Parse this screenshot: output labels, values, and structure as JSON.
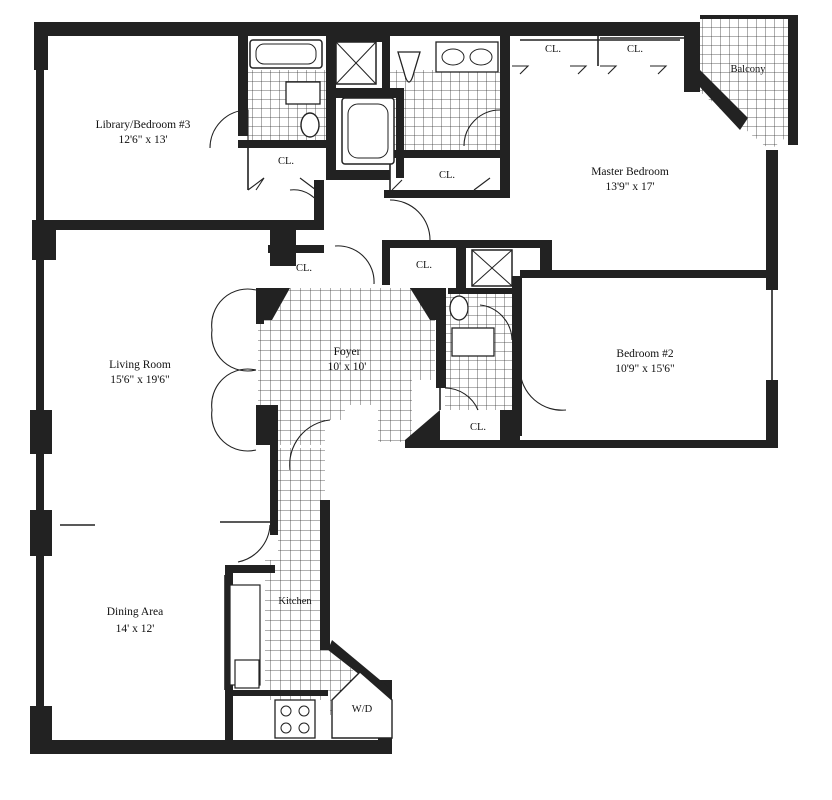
{
  "rooms": {
    "library": {
      "name": "Library/Bedroom #3",
      "dims": "12'6\" x 13'"
    },
    "master": {
      "name": "Master Bedroom",
      "dims": "13'9\" x 17'"
    },
    "living": {
      "name": "Living Room",
      "dims": "15'6\" x 19'6\""
    },
    "foyer": {
      "name": "Foyer",
      "dims": "10' x 10'"
    },
    "bedroom2": {
      "name": "Bedroom #2",
      "dims": "10'9\" x 15'6\""
    },
    "dining": {
      "name": "Dining Area",
      "dims": "14' x 12'"
    },
    "kitchen": {
      "name": "Kitchen"
    },
    "balcony": {
      "name": "Balcony"
    },
    "laundry": {
      "name": "W/D"
    }
  },
  "closet_label": "CL.",
  "closets": [
    "CL.",
    "CL.",
    "CL.",
    "CL.",
    "CL.",
    "CL.",
    "CL."
  ]
}
